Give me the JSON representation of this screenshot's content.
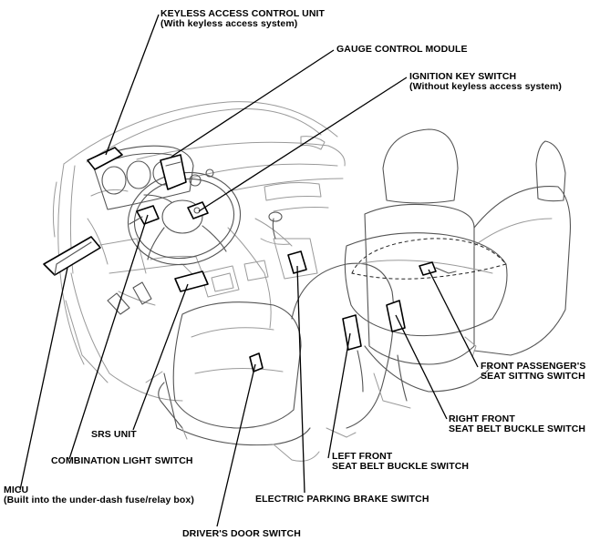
{
  "labels": {
    "keyless_unit": {
      "line1": "KEYLESS ACCESS CONTROL UNIT",
      "line2": "(With keyless access system)"
    },
    "gauge_module": {
      "line1": "GAUGE CONTROL MODULE"
    },
    "ignition_switch": {
      "line1": "IGNITION KEY SWITCH",
      "line2": "(Without keyless access system)"
    },
    "front_passenger_seat_switch": {
      "line1": "FRONT PASSENGER'S",
      "line2": "SEAT SITTNG SWITCH"
    },
    "right_front_buckle": {
      "line1": "RIGHT FRONT",
      "line2": "SEAT BELT BUCKLE SWITCH"
    },
    "left_front_buckle": {
      "line1": "LEFT FRONT",
      "line2": "SEAT BELT BUCKLE SWITCH"
    },
    "srs_unit": {
      "line1": "SRS UNIT"
    },
    "combination_light_switch": {
      "line1": "COMBINATION LIGHT SWITCH"
    },
    "micu": {
      "line1": "MICU",
      "line2": "(Built into the under-dash fuse/relay box)"
    },
    "electric_parking_brake_switch": {
      "line1": "ELECTRIC PARKING BRAKE SWITCH"
    },
    "drivers_door_switch": {
      "line1": "DRIVER'S DOOR SWITCH"
    }
  }
}
